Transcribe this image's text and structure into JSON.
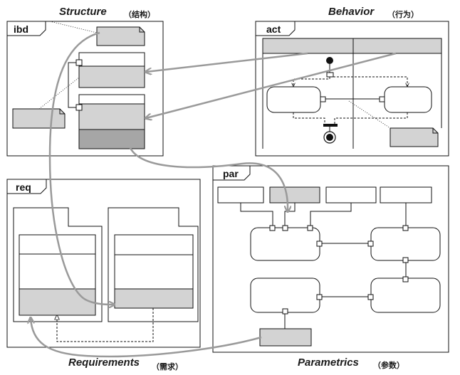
{
  "captions": {
    "structure": "Structure",
    "structure_cn": "（结构）",
    "behavior": "Behavior",
    "behavior_cn": "（行为）",
    "requirements": "Requirements",
    "requirements_cn": "（需求）",
    "parametrics": "Parametrics",
    "parametrics_cn": "（参数）"
  },
  "frames": {
    "ibd": "ibd",
    "act": "act",
    "req": "req",
    "par": "par"
  },
  "colors": {
    "arrow": "#9a9a9a",
    "fill_light": "#d3d3d3",
    "fill_dark": "#a6a6a6",
    "outline": "#111111"
  }
}
